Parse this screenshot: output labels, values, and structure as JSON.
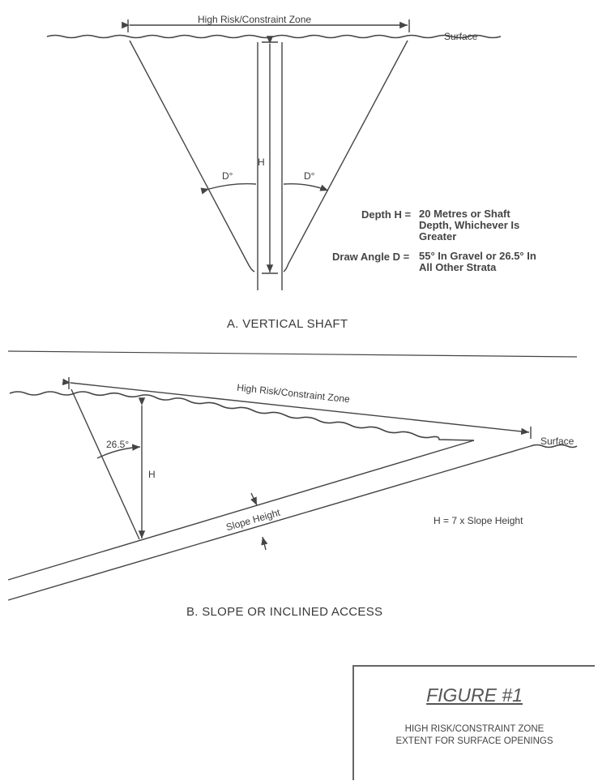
{
  "section_a": {
    "zone_label": "High Risk/Constraint Zone",
    "surface_label": "Surface",
    "h_label": "H",
    "d_left": "D°",
    "d_right": "D°",
    "depth_key": "Depth H =",
    "depth_value_1": "20 Metres or Shaft",
    "depth_value_2": "Depth, Whichever Is",
    "depth_value_3": "Greater",
    "angle_key": "Draw Angle D =",
    "angle_value_1": "55° In Gravel or 26.5° In",
    "angle_value_2": "All Other Strata",
    "caption": "A. VERTICAL SHAFT"
  },
  "section_b": {
    "zone_label": "High Risk/Constraint Zone",
    "surface_label": "Surface",
    "angle_label": "26.5°",
    "h_label": "H",
    "slope_label": "Slope Height",
    "formula": "H = 7 x Slope Height",
    "caption": "B. SLOPE OR INCLINED ACCESS"
  },
  "figure_box": {
    "title": "FIGURE #1",
    "subtitle_1": "HIGH RISK/CONSTRAINT ZONE",
    "subtitle_2": "EXTENT FOR SURFACE OPENINGS"
  }
}
